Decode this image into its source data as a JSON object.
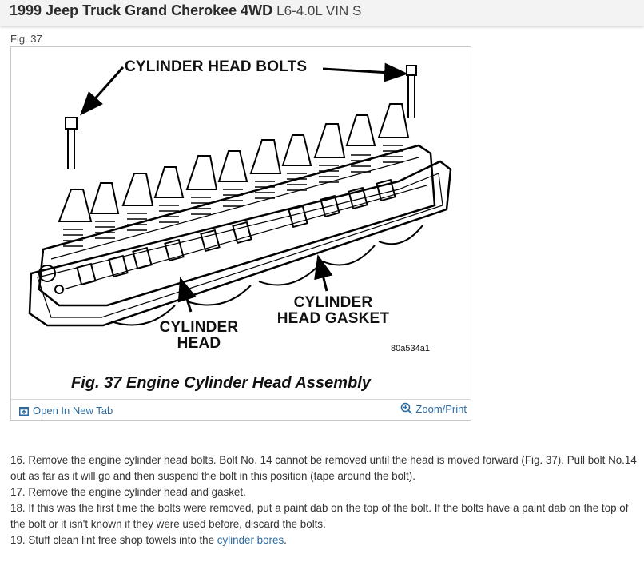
{
  "header": {
    "title": "1999 Jeep Truck Grand Cherokee 4WD",
    "engine": "L6-4.0L VIN S"
  },
  "figure": {
    "label": "Fig. 37",
    "callouts": {
      "bolts": "CYLINDER HEAD BOLTS",
      "gasket_line1": "CYLINDER",
      "gasket_line2": "HEAD GASKET",
      "head_line1": "CYLINDER",
      "head_line2": "HEAD"
    },
    "part_code": "80a534a1",
    "caption": "Fig. 37 Engine Cylinder Head Assembly",
    "open_tab_label": "Open In New Tab",
    "zoom_label": "Zoom/Print"
  },
  "steps": [
    {
      "text": "16. Remove the engine cylinder head bolts. Bolt No. 14 cannot be removed until the head is moved forward (Fig. 37). Pull bolt No.14 out as far as it will go and then suspend the bolt in this position (tape around the bolt)."
    },
    {
      "text": "17. Remove the engine cylinder head and gasket."
    },
    {
      "text": "18. If this was the first time the bolts were removed, put a paint dab on the top of the bolt. If the bolts have a paint dab on the top of the bolt or it isn't known if they were used before, discard the bolts."
    },
    {
      "prefix": "19. Stuff clean lint free shop towels into the ",
      "link": "cylinder bores",
      "suffix": "."
    }
  ],
  "colors": {
    "link": "#2b6aa0",
    "header_bg": "#f3f3f3"
  },
  "icons": {
    "open_tab": "open-in-new-tab-icon",
    "zoom": "zoom-in-icon"
  }
}
